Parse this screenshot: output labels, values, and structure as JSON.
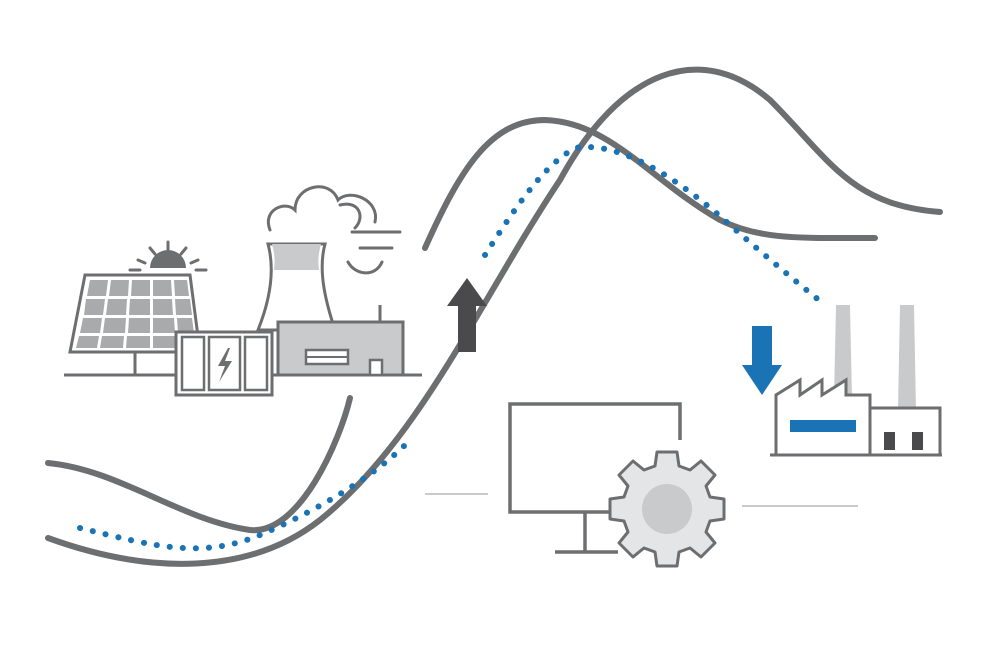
{
  "illustration": {
    "colors": {
      "curve_gray": "#6d6e70",
      "dotted_blue": "#1a73b5",
      "icon_stroke": "#6d6e70",
      "icon_fill_light": "#c9cacb",
      "icon_fill_mid": "#a9aaab",
      "arrow_up": "#4a4a4c",
      "arrow_down": "#1a73b5",
      "background": "#ffffff"
    },
    "icons": [
      "solar-panel-icon",
      "sun-icon",
      "battery-storage-icon",
      "cooling-tower-icon",
      "steam-cloud-icon",
      "power-plant-building-icon",
      "up-arrow-icon",
      "down-arrow-icon",
      "factory-icon",
      "computer-monitor-icon",
      "gear-icon"
    ],
    "curves": [
      "supply-curve-tall",
      "demand-curve-early",
      "adjusted-load-dotted-curve"
    ]
  }
}
